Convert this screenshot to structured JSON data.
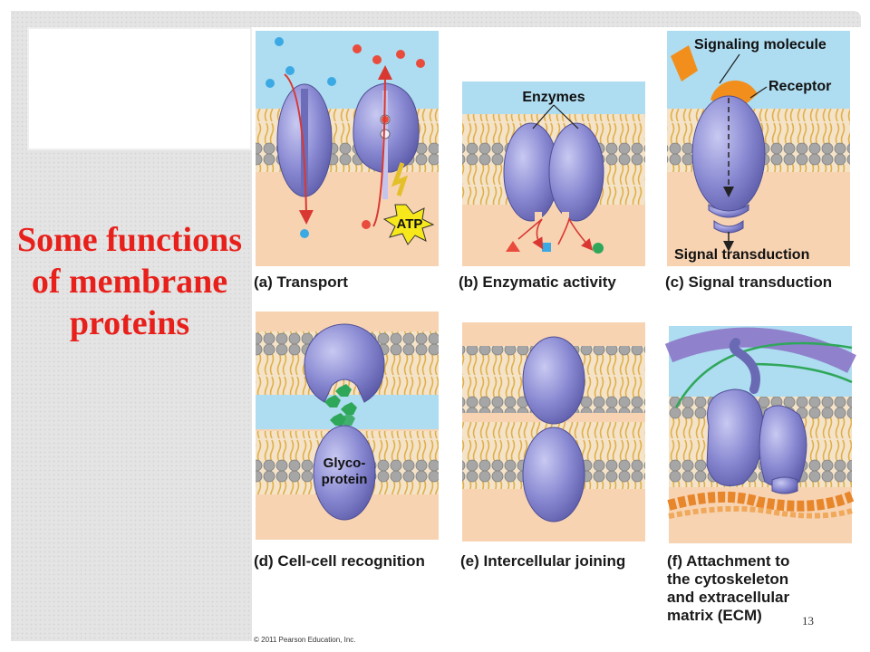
{
  "slide": {
    "title": "Some functions of membrane proteins",
    "page_number": "13",
    "copyright": "© 2011 Pearson Education, Inc."
  },
  "panels": {
    "a": {
      "caption": "(a) Transport",
      "atp_label": "ATP"
    },
    "b": {
      "caption": "(b) Enzymatic activity",
      "enzymes_label": "Enzymes"
    },
    "c": {
      "caption": "(c) Signal transduction",
      "signaling_label": "Signaling molecule",
      "receptor_label": "Receptor",
      "transduction_label": "Signal transduction"
    },
    "d": {
      "caption": "(d) Cell-cell recognition",
      "glyco_line1": "Glyco-",
      "glyco_line2": "protein"
    },
    "e": {
      "caption": "(e) Intercellular joining"
    },
    "f": {
      "caption": "(f) Attachment to\nthe cytoskeleton\nand extracellular\nmatrix (ECM)"
    }
  },
  "colors": {
    "title": "#e8201b",
    "extracellular": "#aedcf0",
    "cytoplasm": "#f7d3b2",
    "protein": "#8f8fd6",
    "lipid_head": "#a4a4a4",
    "lipid_tail": "#e4bb57",
    "arrow": "#d93832",
    "signal_molecule": "#f28f1c",
    "carbohydrate": "#2fa75a"
  }
}
